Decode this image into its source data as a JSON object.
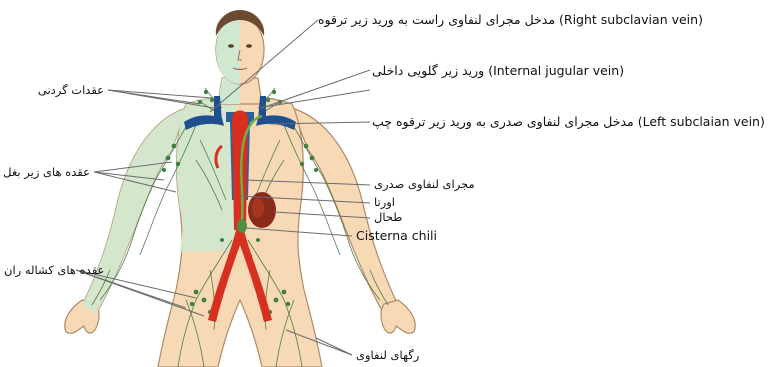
{
  "labels": {
    "right_subclavian": "مدخل مجرای لنفاوی راست به ورید زیر ترقوه (Right subclavian vein)",
    "internal_jugular": "ورید زیر گلویی داخلی (Internal jugular vein)",
    "left_subclavian": "مدخل مجرای لنفاوی صدری به ورید زیر ترقوه چپ (Left subclaian vein)",
    "thoracic_duct": "مجرای لنفاوی صدری",
    "aorta": "اورتا",
    "spleen": "طحال",
    "cisterna_chyli": "Cisterna chili",
    "cervical_nodes": "عقدات گردنی",
    "axillary_nodes": "عقده های زیر بغل",
    "inguinal_nodes": "عقده های کشاله ران",
    "lymph_vessels": "رگهای لنفاوی"
  },
  "colors": {
    "skin": "#f8d9b6",
    "right_drainage_zone": "#cfe8cf",
    "artery": "#d8301e",
    "vein": "#1f4f8f",
    "spleen": "#8a2a1a",
    "lymph": "#2f6b2f"
  }
}
